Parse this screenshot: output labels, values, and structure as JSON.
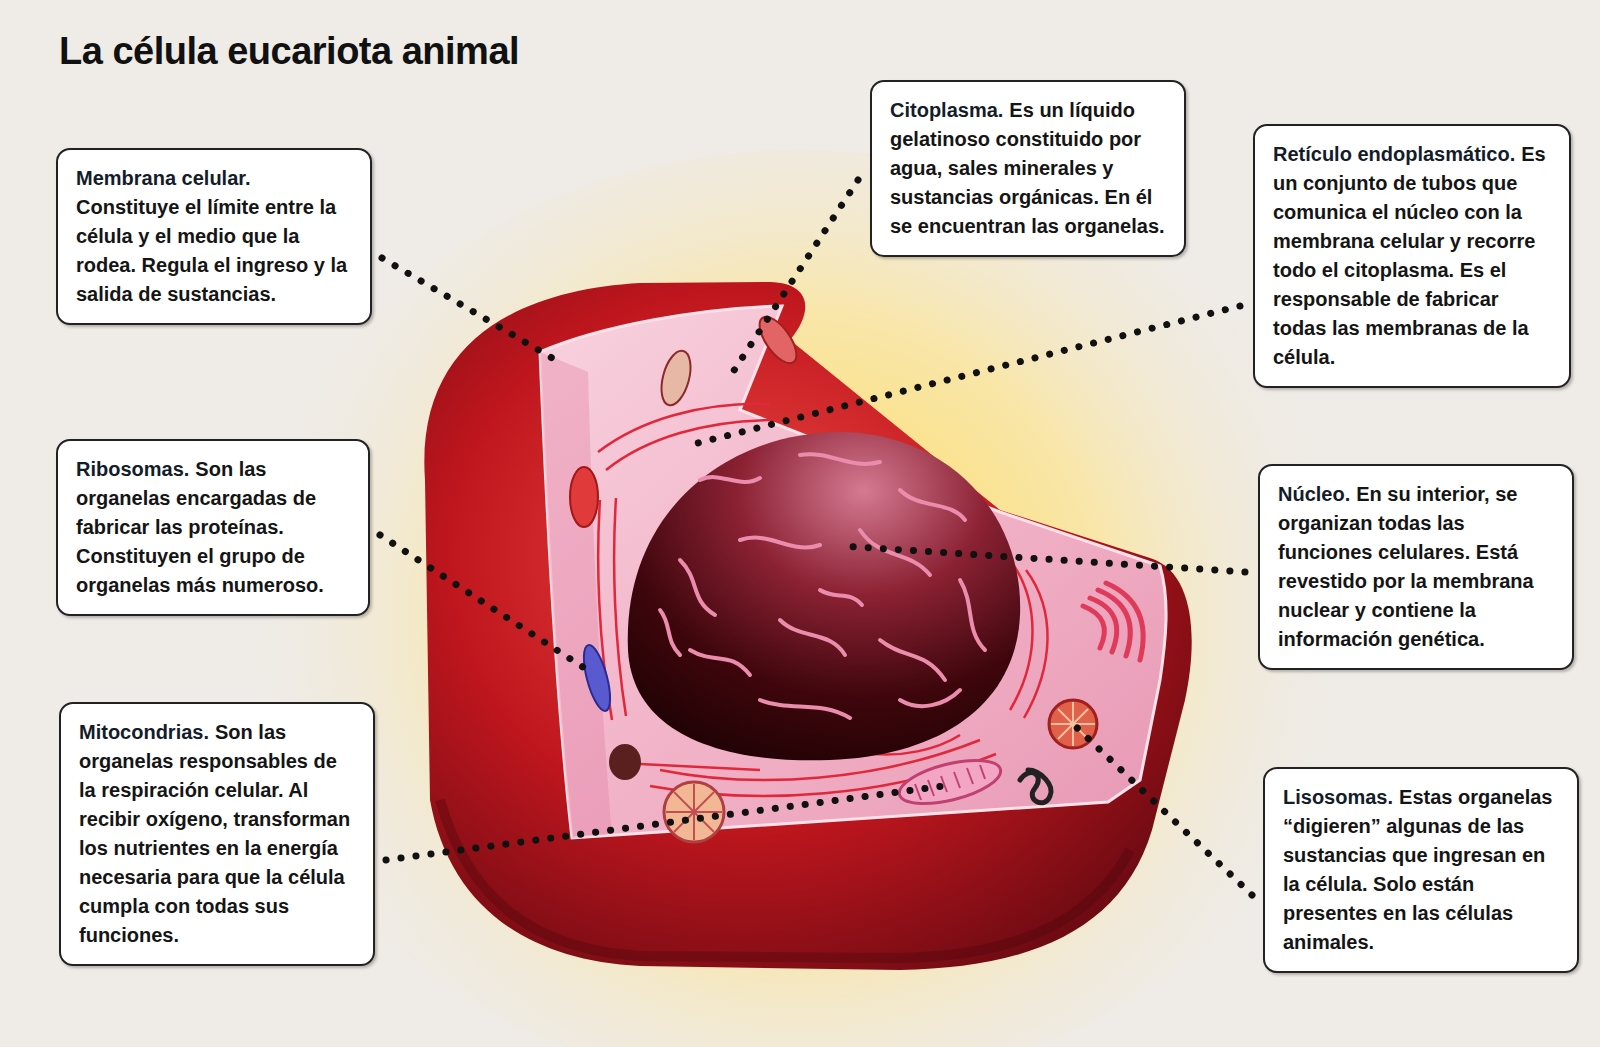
{
  "diagram": {
    "title": "La célula eucariota animal",
    "nodes": [
      {
        "text": [
          "Membrana celular.",
          "Constituye el límite entre la célula y el medio que la rodea. Regula el ingreso y la salida de sustancias."
        ]
      },
      {
        "text": [
          "Citoplasma.",
          "Es un líquido gelatinoso constituido por agua, sales minerales y sustancias orgánicas. En él se encuentran las organelas."
        ]
      },
      {
        "text": [
          "Retículo endoplasmático.",
          "Es un conjunto de tubos que comunica el núcleo con la membrana celular y recorre todo el citoplasma. Es el responsable de fabricar todas las membranas de la célula."
        ]
      },
      {
        "text": [
          "Ribosomas.",
          "Son las organelas encargadas de fabricar las proteínas. Constituyen el grupo de organelas más numeroso."
        ]
      },
      {
        "text": [
          "Núcleo.",
          "En su interior, se organizan todas las funciones celulares. Está revestido por la membrana nuclear y contiene la información genética."
        ]
      },
      {
        "text": [
          "Mitocondrias.",
          "Son las organelas responsables de la respiración celular. Al recibir oxígeno, transforman los nutrientes en la energía necesaria para que la célula cumpla con todas sus funciones."
        ]
      },
      {
        "text": [
          "Lisosomas.",
          "Estas organelas “digieren” algunas de las sustancias que ingresan en la célula. Solo están presentes en las células animales."
        ]
      }
    ]
  }
}
